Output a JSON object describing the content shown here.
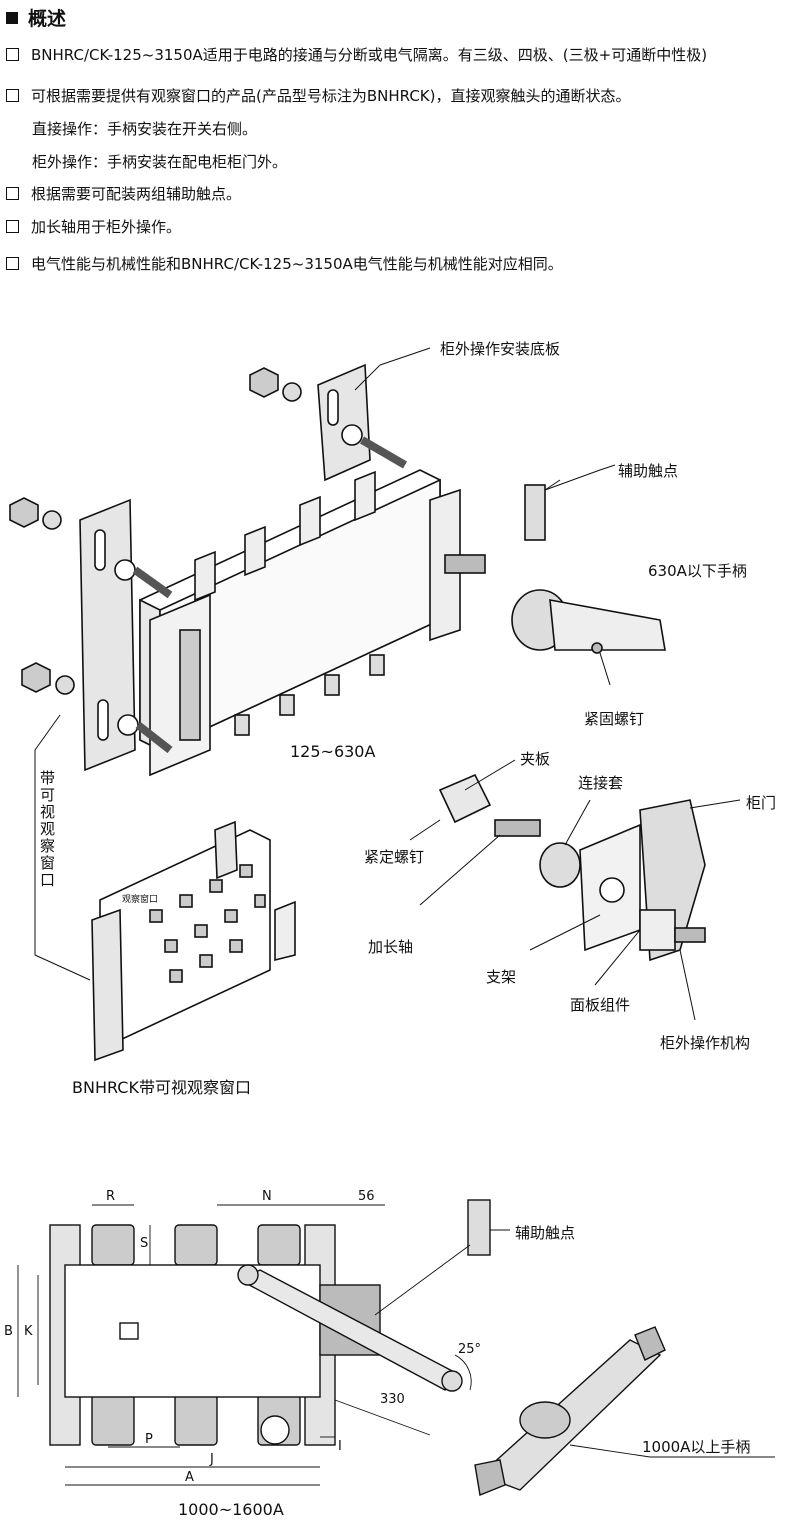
{
  "heading": "概述",
  "bullets": [
    "BNHRC/CK-125~3150A适用于电路的接通与分断或电气隔离。有三级、四极、(三极+可通断中性极)",
    "可根据需要提供有观察窗口的产品(产品型号标注为BNHRCK)，直接观察触头的通断状态。",
    "根据需要可配装两组辅助触点。",
    "加长轴用于柜外操作。",
    "电气性能与机械性能和BNHRC/CK-125~3150A电气性能与机械性能对应相同。"
  ],
  "sub_lines": [
    "直接操作：手柄安装在开关右侧。",
    "柜外操作：手柄安装在配电柜柜门外。"
  ],
  "diagram1": {
    "label_mount_plate": "柜外操作安装底板",
    "label_aux_contact": "辅助触点",
    "label_handle_630": "630A以下手柄",
    "label_set_screw": "紧固螺钉",
    "caption_range": "125~630A",
    "label_window_vertical": "带可视观察窗口",
    "label_window_small": "观察窗口",
    "caption_bnhrck": "BNHRCK带可视观察窗口"
  },
  "diagram2": {
    "label_clamp": "夹板",
    "label_coupling": "连接套",
    "label_door": "柜门",
    "label_lock_screw": "紧定螺钉",
    "label_ext_shaft": "加长轴",
    "label_bracket": "支架",
    "label_panel": "面板组件",
    "label_mechanism": "柜外操作机构"
  },
  "diagram3": {
    "dim_R": "R",
    "dim_N": "N",
    "dim_56": "56",
    "dim_S": "S",
    "dim_B": "B",
    "dim_K": "K",
    "dim_P": "P",
    "dim_J": "J",
    "dim_A": "A",
    "dim_I": "I",
    "dim_angle": "25°",
    "dim_330": "330",
    "label_aux_contact": "辅助触点",
    "label_handle_1000": "1000A以上手柄",
    "caption_range": "1000~1600A"
  }
}
